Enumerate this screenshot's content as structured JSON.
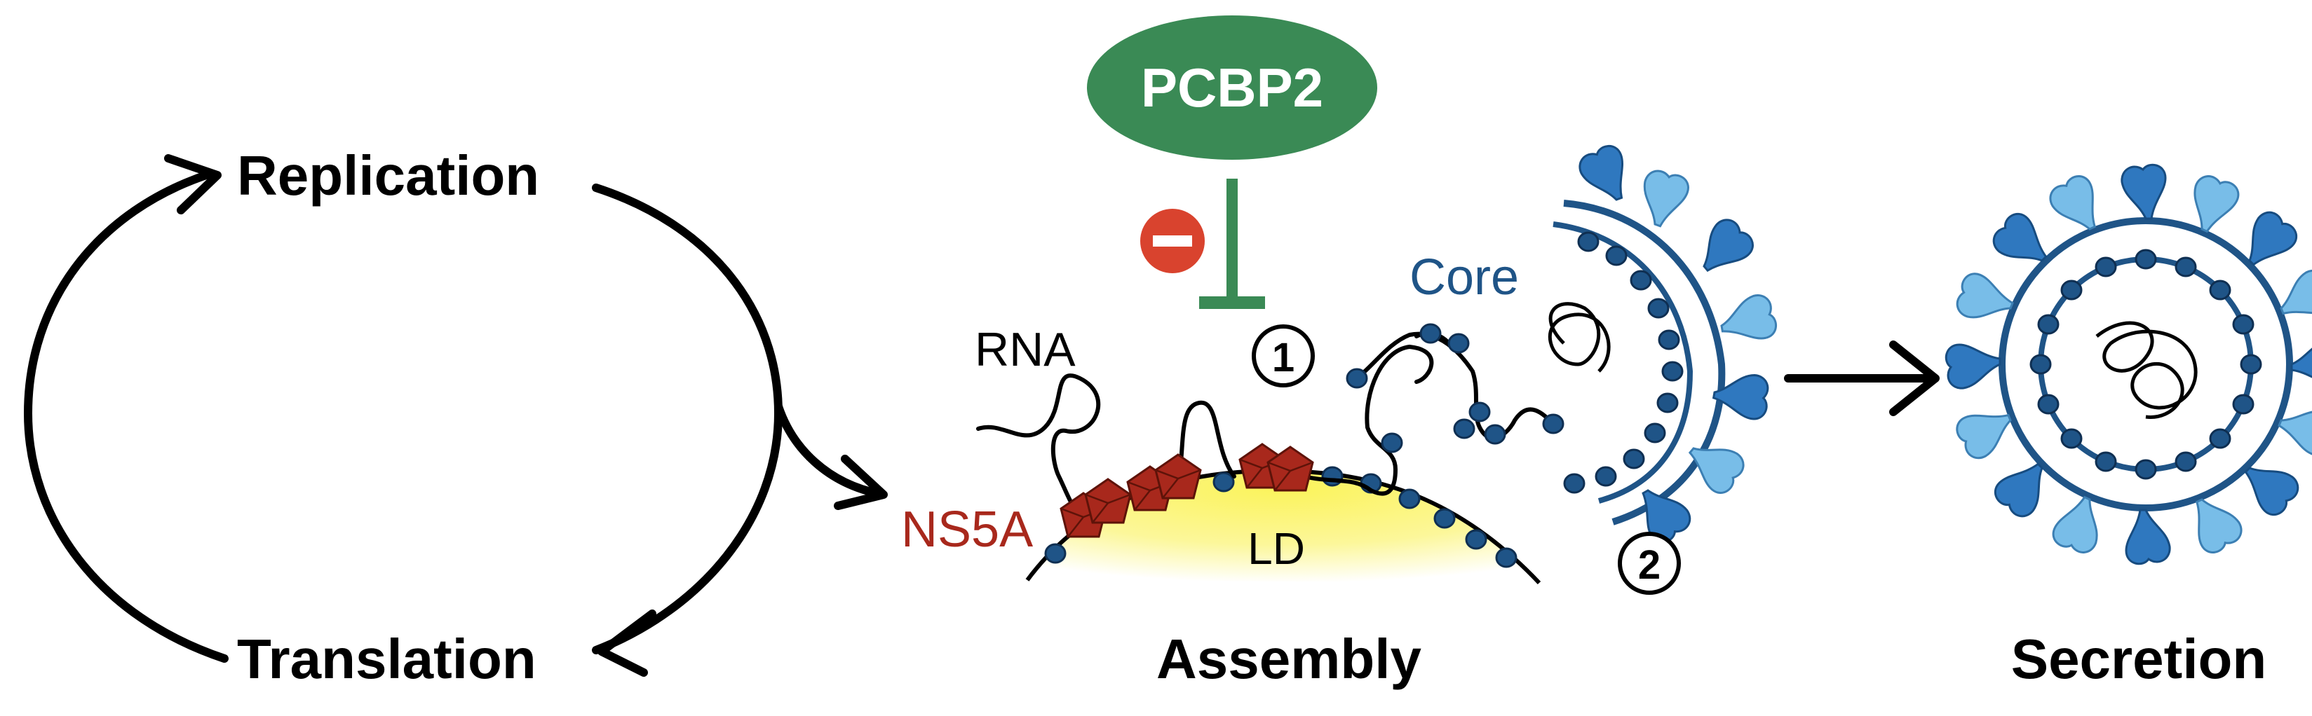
{
  "cycle": {
    "replication_label": "Replication",
    "translation_label": "Translation"
  },
  "assembly": {
    "pcbp2_label": "PCBP2",
    "rna_label": "RNA",
    "core_label": "Core",
    "ns5a_label": "NS5A",
    "ld_label": "LD",
    "step1_label": "1",
    "step2_label": "2",
    "stage_label": "Assembly"
  },
  "secretion": {
    "stage_label": "Secretion"
  },
  "colors": {
    "pcbp2_green": "#3a8a55",
    "inhibit_red": "#d9432e",
    "ns5a_red": "#a8281c",
    "core_blue": "#1f5487",
    "envelope_light_blue": "#78bde8",
    "envelope_dark_blue": "#2f78bf",
    "lipid_droplet_yellow": "#fbf35a"
  }
}
